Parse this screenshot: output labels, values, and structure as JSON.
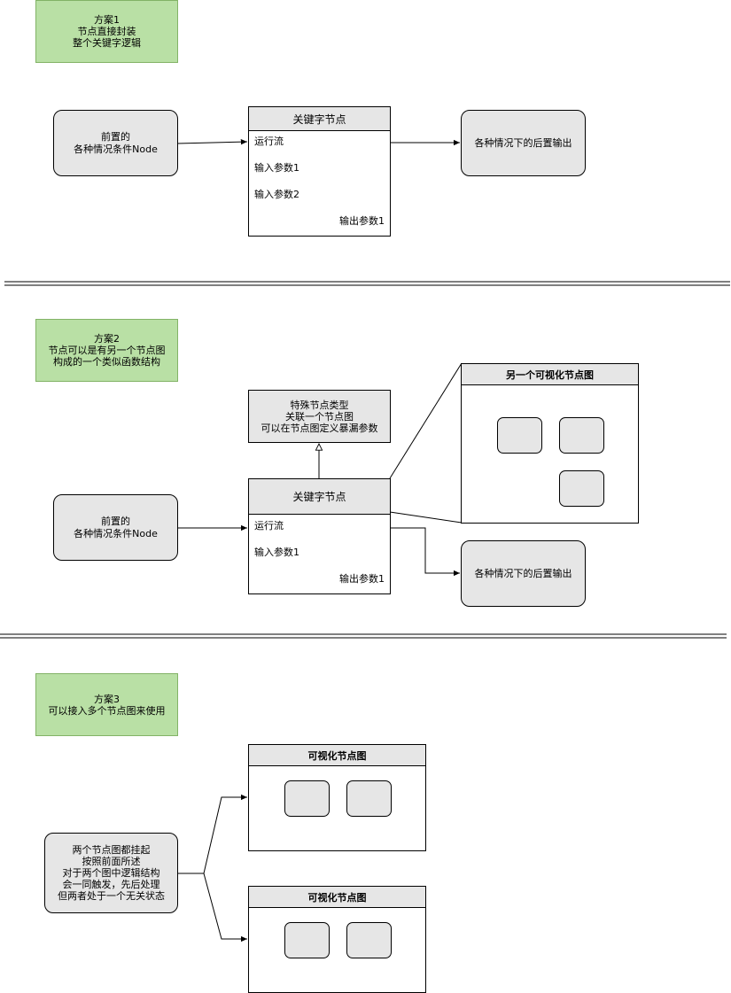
{
  "scheme1": {
    "note": "方案1\n节点直接封装\n整个关键字逻辑",
    "pre_node": "前置的\n各种情况条件Node",
    "keyword_title": "关键字节点",
    "rows": [
      "运行流",
      "输入参数1",
      "输入参数2"
    ],
    "output_row": "输出参数1",
    "out_node": "各种情况下的后置输出"
  },
  "scheme2": {
    "note": "方案2\n节点可以是有另一个节点图\n构成的一个类似函数结构",
    "special_node": "特殊节点类型\n关联一个节点图\n可以在节点图定义暴漏参数",
    "pre_node": "前置的\n各种情况条件Node",
    "keyword_title": "关键字节点",
    "rows": [
      "运行流",
      "输入参数1"
    ],
    "output_row": "输出参数1",
    "graph_title": "另一个可视化节点图",
    "out_node": "各种情况下的后置输出"
  },
  "scheme3": {
    "note": "方案3\n可以接入多个节点图来使用",
    "source_node": "两个节点图都挂起\n按照前面所述\n对于两个图中逻辑结构\n会一同触发，先后处理\n但两者处于一个无关状态",
    "graph1_title": "可视化节点图",
    "graph2_title": "可视化节点图"
  }
}
